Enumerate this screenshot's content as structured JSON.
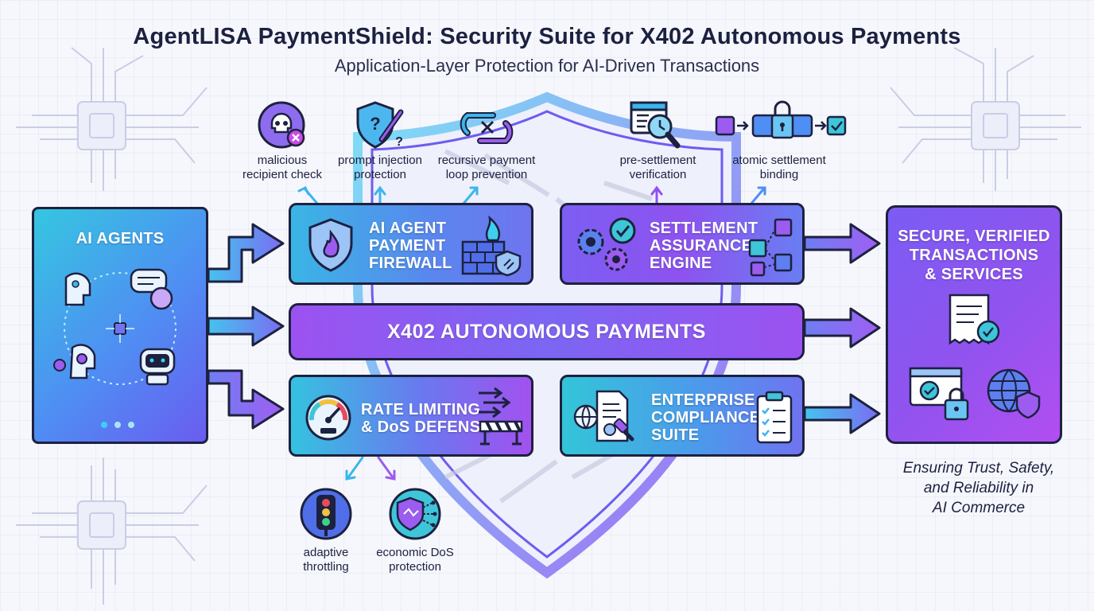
{
  "header": {
    "title": "AgentLISA PaymentShield: Security Suite for X402 Autonomous Payments",
    "subtitle": "Application-Layer Protection for AI-Driven Transactions"
  },
  "left_panel": {
    "title": "AI AGENTS"
  },
  "modules": {
    "firewall": {
      "title_lines": [
        "AI AGENT",
        "PAYMENT",
        "FIREWALL"
      ]
    },
    "settlement": {
      "title_lines": [
        "SETTLEMENT",
        "ASSURANCE",
        "ENGINE"
      ]
    },
    "rate_limiting": {
      "title_lines": [
        "RATE LIMITING",
        "& DoS DEFENSE"
      ]
    },
    "compliance": {
      "title_lines": [
        "ENTERPRISE",
        "COMPLIANCE",
        "SUITE"
      ]
    }
  },
  "core": {
    "label": "X402 AUTONOMOUS PAYMENTS"
  },
  "right_panel": {
    "title_lines": [
      "SECURE, VERIFIED",
      "TRANSACTIONS",
      "& SERVICES"
    ],
    "tagline_lines": [
      "Ensuring Trust, Safety,",
      "and Reliability in",
      "AI Commerce"
    ]
  },
  "features_top": [
    {
      "lines": [
        "malicious",
        "recipient check"
      ],
      "icon": "skull-icon"
    },
    {
      "lines": [
        "prompt injection",
        "protection"
      ],
      "icon": "shield-syringe-icon"
    },
    {
      "lines": [
        "recursive payment",
        "loop prevention"
      ],
      "icon": "loop-arrows-icon"
    },
    {
      "lines": [
        "pre-settlement",
        "verification"
      ],
      "icon": "magnifier-clock-icon"
    },
    {
      "lines": [
        "atomic settlement",
        "binding"
      ],
      "icon": "lock-chain-icon"
    }
  ],
  "features_bottom": [
    {
      "lines": [
        "adaptive",
        "throttling"
      ],
      "icon": "traffic-light-icon"
    },
    {
      "lines": [
        "economic DoS",
        "protection"
      ],
      "icon": "shield-network-icon"
    }
  ],
  "colors": {
    "cyan": "#35c6e0",
    "blue": "#4f8ef3",
    "purple": "#9153ef",
    "ink": "#1d2140"
  },
  "carousel": {
    "total": 3,
    "active": 0
  }
}
